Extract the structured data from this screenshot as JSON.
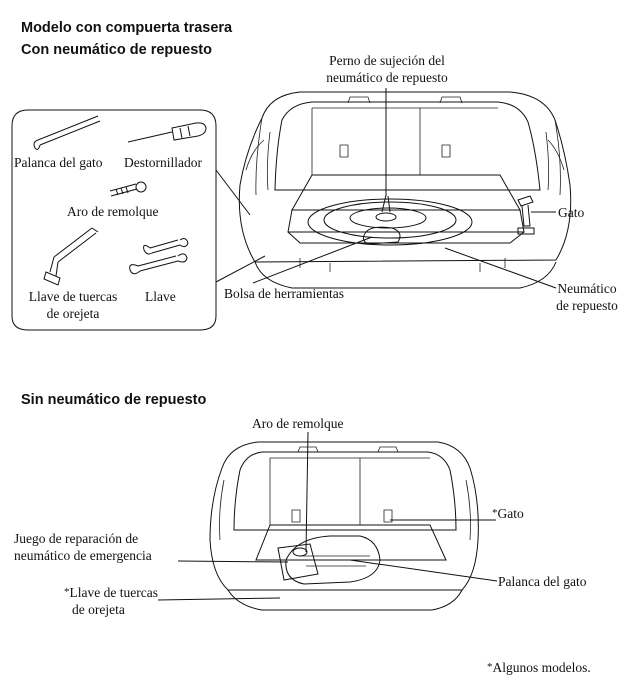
{
  "section1": {
    "title": "Modelo con compuerta trasera",
    "subtitle": "Con neumático de repuesto",
    "labels": {
      "perno_l1": "Perno de sujeción del",
      "perno_l2": "neumático de repuesto",
      "palanca": "Palanca del gato",
      "destornillador": "Destornillador",
      "aro": "Aro de remolque",
      "llave_tuercas_l1": "Llave de tuercas",
      "llave_tuercas_l2": "de orejeta",
      "llave": "Llave",
      "bolsa": "Bolsa de herramientas",
      "gato": "Gato",
      "neumatico_l1": "Neumático",
      "neumatico_l2": "de repuesto"
    }
  },
  "section2": {
    "subtitle": "Sin neumático de repuesto",
    "labels": {
      "aro": "Aro de remolque",
      "juego_l1": "Juego de reparación de",
      "juego_l2": "neumático de emergencia",
      "gato_star": "*",
      "gato": "Gato",
      "palanca": "Palanca del gato",
      "llave_star": "*",
      "llave_l1": "Llave de tuercas",
      "llave_l2": "de orejeta"
    }
  },
  "footnote": {
    "star": "*",
    "text": "Algunos modelos."
  }
}
